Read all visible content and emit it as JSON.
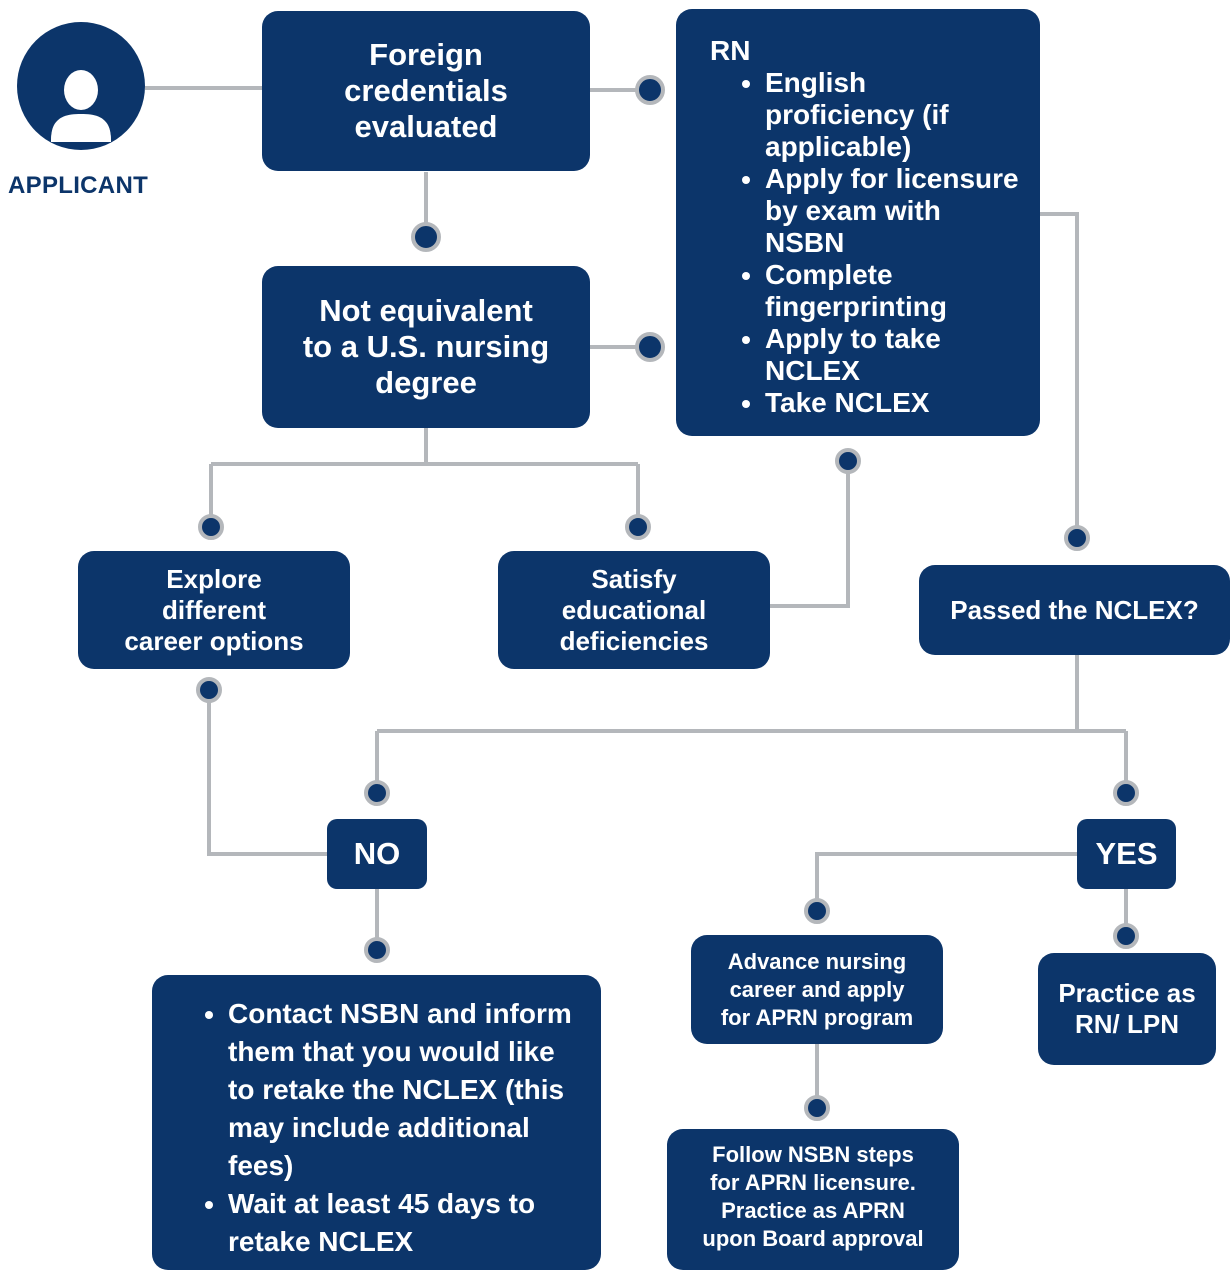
{
  "applicant": {
    "label": "APPLICANT",
    "icon": "person-icon"
  },
  "nodes": {
    "foreign": {
      "lines": [
        "Foreign",
        "credentials",
        "evaluated"
      ]
    },
    "not_equivalent": {
      "lines": [
        "Not equivalent",
        "to a U.S. nursing",
        "degree"
      ]
    },
    "rn": {
      "title": "RN",
      "items": [
        "English proficiency (if applicable)",
        "Apply for licensure by exam with NSBN",
        "Complete fingerprinting",
        "Apply to take NCLEX",
        "Take NCLEX"
      ]
    },
    "explore": {
      "lines": [
        "Explore",
        "different",
        "career options"
      ]
    },
    "satisfy": {
      "lines": [
        "Satisfy",
        "educational",
        "deficiencies"
      ]
    },
    "passed": {
      "text": "Passed the NCLEX?"
    },
    "no": {
      "text": "NO"
    },
    "yes": {
      "text": "YES"
    },
    "retake": {
      "items": [
        "Contact NSBN and inform them that you would like to retake the NCLEX (this may include additional fees)",
        "Wait at least 45 days to retake NCLEX"
      ]
    },
    "advance": {
      "lines": [
        "Advance nursing",
        "career and apply",
        "for APRN program"
      ]
    },
    "practice": {
      "lines": [
        "Practice as",
        "RN/ LPN"
      ]
    },
    "follow": {
      "lines": [
        "Follow NSBN steps",
        "for APRN licensure.",
        "Practice as APRN",
        "upon Board approval"
      ]
    }
  },
  "colors": {
    "node": "#0c356a",
    "connector": "#b4b7bb",
    "dot": "#0c356a"
  }
}
